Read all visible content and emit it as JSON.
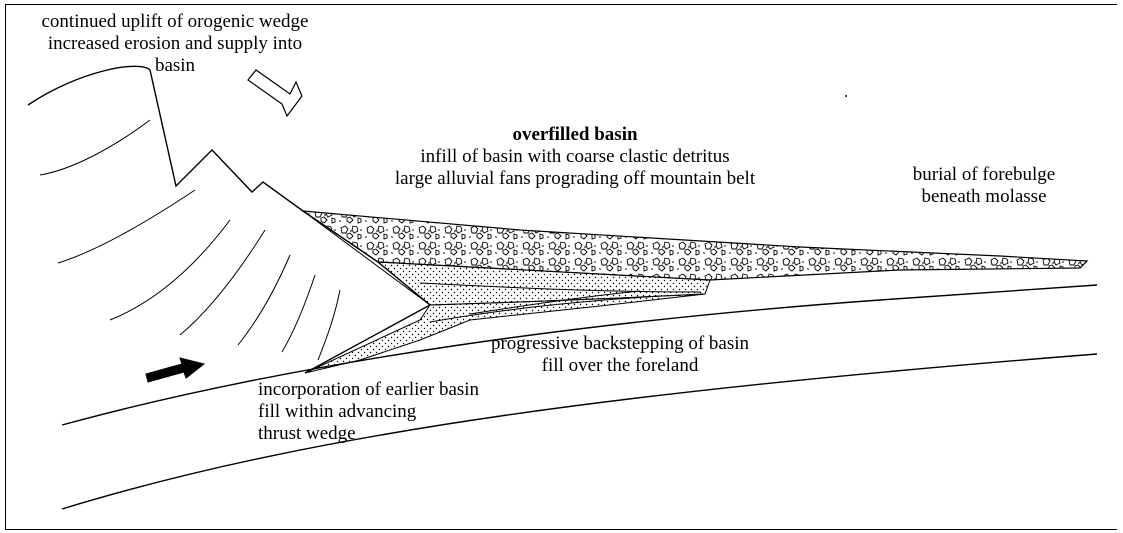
{
  "labels": {
    "uplift_line1": "continued uplift of orogenic wedge",
    "uplift_line2": "increased erosion and supply into",
    "uplift_line3": "basin",
    "overfilled_title": "overfilled basin",
    "overfilled_line1": "infill of basin with coarse clastic detritus",
    "overfilled_line2": "large alluvial fans prograding off mountain belt",
    "forebulge_line1": "burial of forebulge",
    "forebulge_line2": "beneath molasse",
    "backstep_line1": "progressive backstepping of basin",
    "backstep_line2": "fill over the foreland",
    "incorp_line1": "incorporation of earlier basin",
    "incorp_line2": "fill within advancing",
    "incorp_line3": "thrust wedge"
  },
  "colors": {
    "ink": "#000000",
    "background": "#ffffff"
  }
}
